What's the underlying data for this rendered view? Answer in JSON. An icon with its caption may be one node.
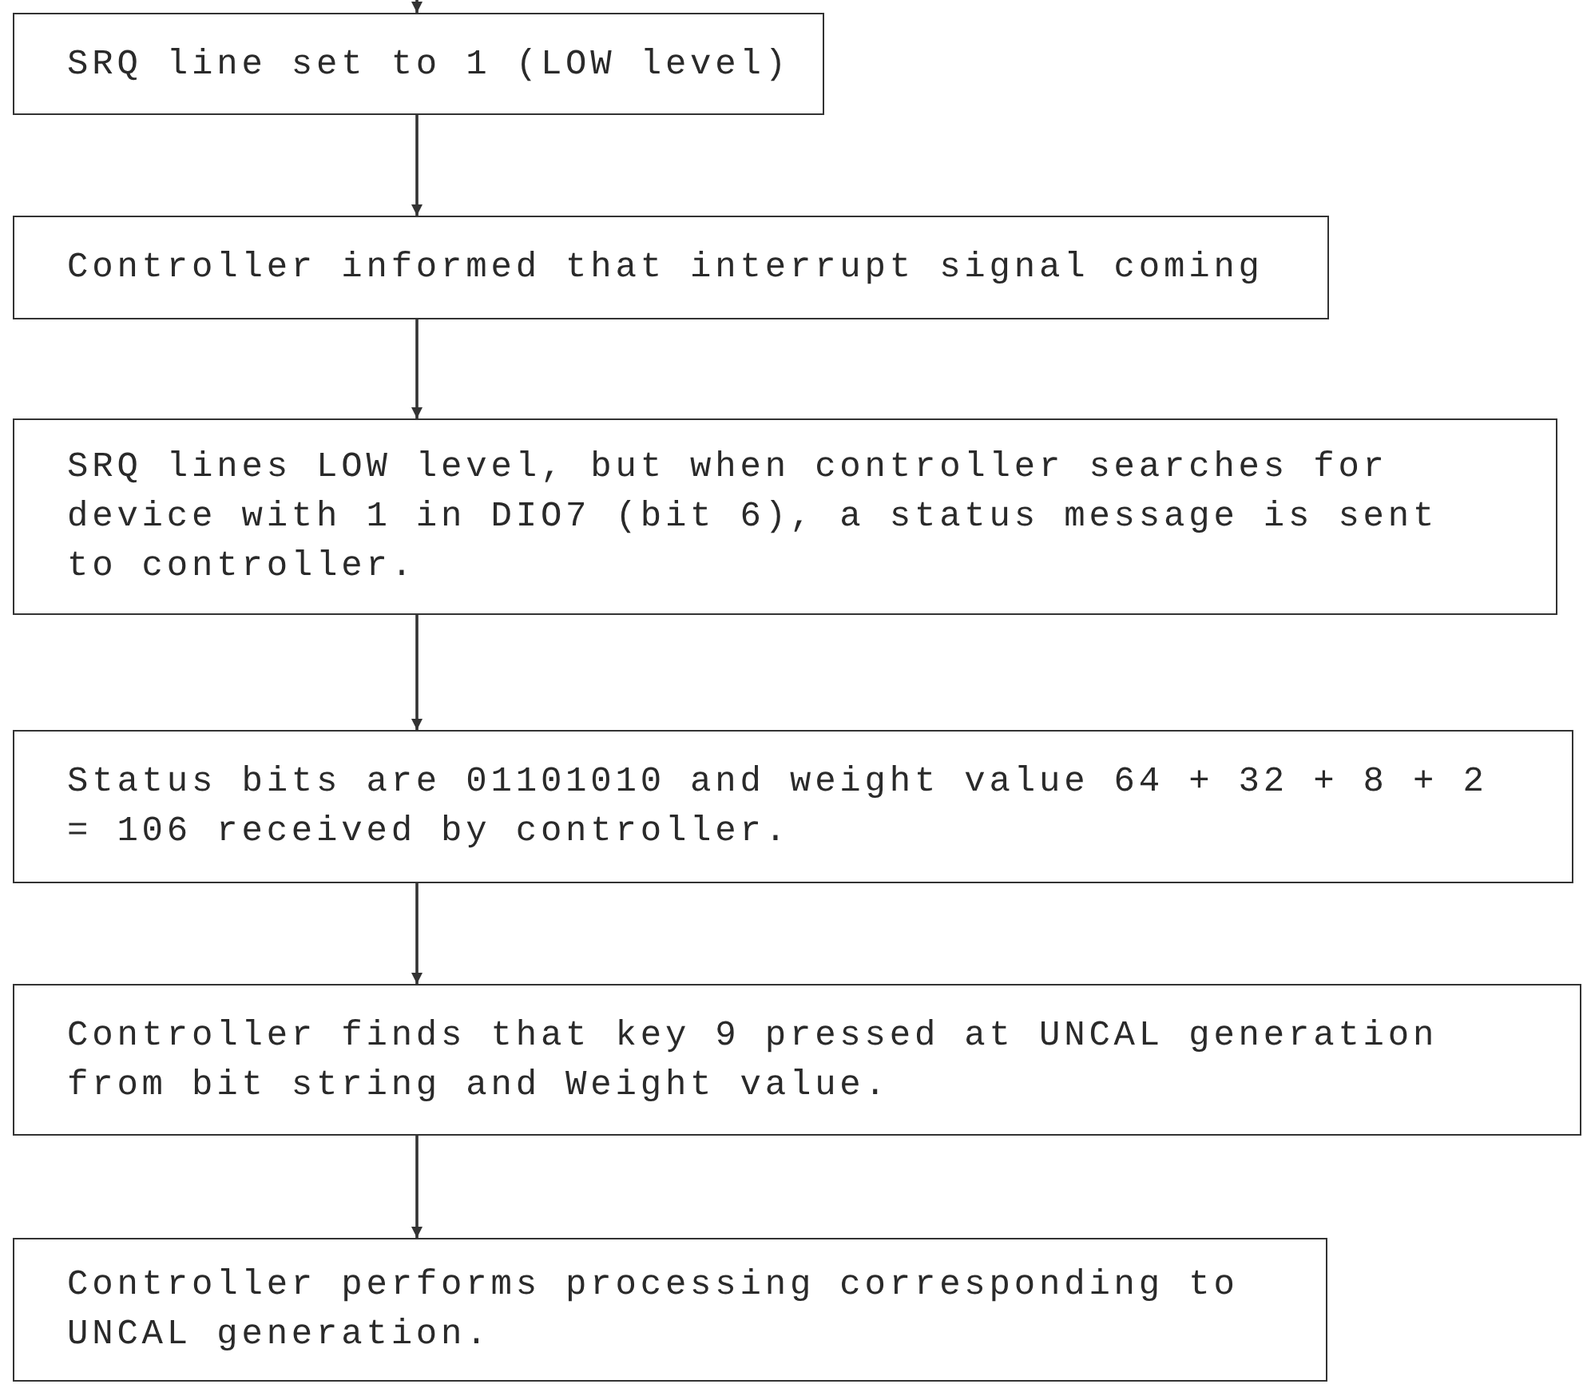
{
  "diagram": {
    "nodes": [
      {
        "text": [
          "SRQ line set to 1 (LOW level)"
        ]
      },
      {
        "text": [
          "Controller informed that interrupt signal coming"
        ]
      },
      {
        "text": [
          "SRQ lines LOW level, but when controller searches for device with 1 in DIO7 (bit 6), a status message is sent to controller."
        ]
      },
      {
        "text": [
          "Status bits are 01101010 and weight value 64 + 32 + 8 + 2 = 106 received by controller."
        ]
      },
      {
        "text": [
          "Controller finds that key 9 pressed at UNCAL generation from bit string and Weight value."
        ]
      },
      {
        "text": [
          "Controller performs processing corresponding to UNCAL generation."
        ]
      }
    ],
    "edges": [
      {
        "from": null,
        "to": 0,
        "arrow": "to"
      },
      {
        "from": 0,
        "to": 1,
        "arrow": "to"
      },
      {
        "from": 1,
        "to": 2,
        "arrow": "to"
      },
      {
        "from": 2,
        "to": 3,
        "arrow": "to"
      },
      {
        "from": 3,
        "to": 4,
        "arrow": "to"
      },
      {
        "from": 4,
        "to": 5,
        "arrow": "to"
      }
    ]
  }
}
